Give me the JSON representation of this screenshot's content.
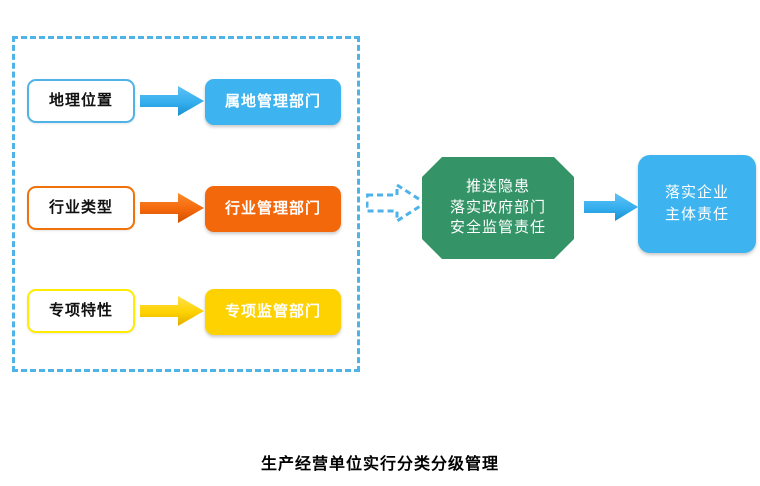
{
  "diagram": {
    "caption": "生产经营单位实行分类分级管理",
    "group": {
      "name": "classification-criteria-group",
      "border_color": "#4fb3e8",
      "border_style": "dashed"
    },
    "rows": [
      {
        "criteria_label": "地理位置",
        "dept_label": "属地管理部门",
        "color": "#3db4f0",
        "border_color": "#4fb3e8",
        "arrow_color": "#3db4f0"
      },
      {
        "criteria_label": "行业类型",
        "dept_label": "行业管理部门",
        "color": "#f4680c",
        "border_color": "#f1720a",
        "arrow_color": "#f4680c"
      },
      {
        "criteria_label": "专项特性",
        "dept_label": "专项监管部门",
        "color": "#fdd200",
        "border_color": "#ffec00",
        "arrow_color": "#fdd200"
      }
    ],
    "connector": {
      "name": "dashed-block-arrow",
      "style": "dashed",
      "color": "#4fb3e8"
    },
    "octagon": {
      "fill": "#359467",
      "lines": [
        "推送隐患",
        "落实政府部门",
        "安全监管责任"
      ]
    },
    "final_arrow": {
      "color": "#3db4f0"
    },
    "final_box": {
      "fill": "#3db4f0",
      "lines": [
        "落实企业",
        "主体责任"
      ]
    }
  }
}
